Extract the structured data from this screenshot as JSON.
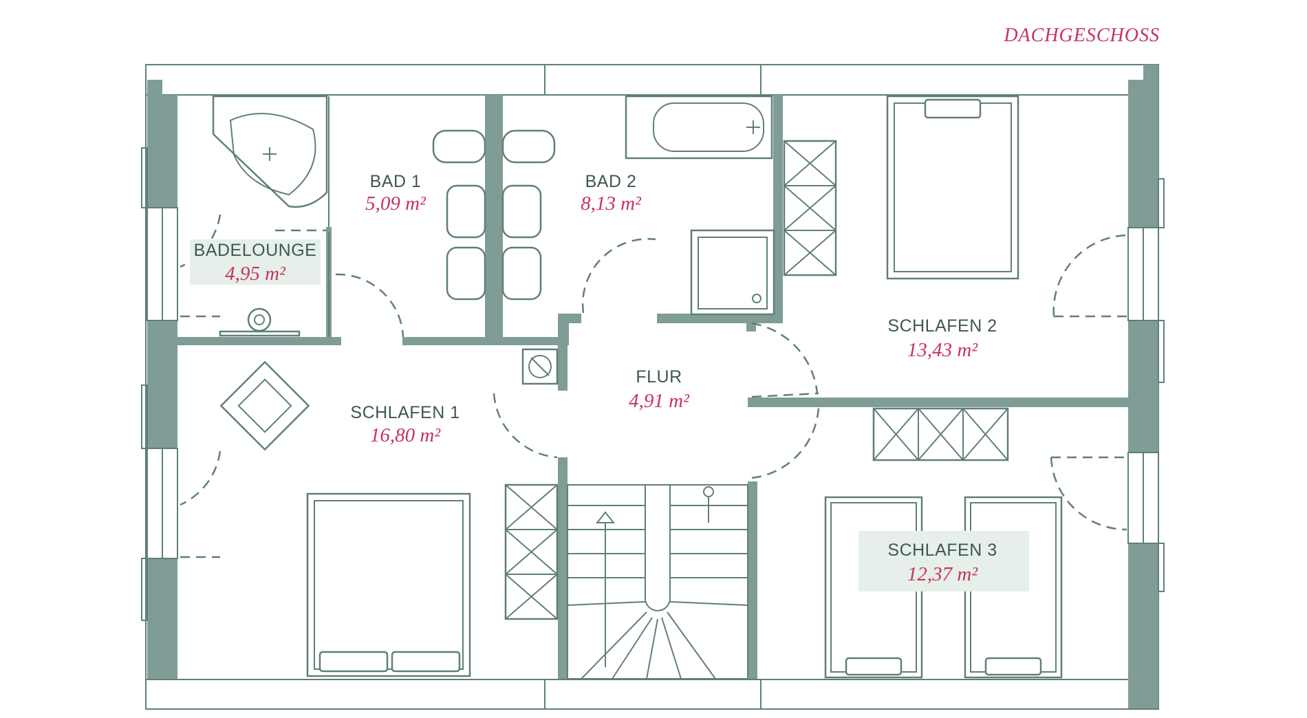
{
  "title": "DACHGESCHOSS",
  "rooms": [
    {
      "key": "bad1",
      "name": "BAD 1",
      "area": "5,09 m²"
    },
    {
      "key": "bad2",
      "name": "BAD 2",
      "area": "8,13 m²"
    },
    {
      "key": "badelounge",
      "name": "BADELOUNGE",
      "area": "4,95 m²"
    },
    {
      "key": "schlafen2",
      "name": "SCHLAFEN 2",
      "area": "13,43 m²"
    },
    {
      "key": "flur",
      "name": "FLUR",
      "area": "4,91 m²"
    },
    {
      "key": "schlafen1",
      "name": "SCHLAFEN 1",
      "area": "16,80 m²"
    },
    {
      "key": "schlafen3",
      "name": "SCHLAFEN 3",
      "area": "12,37 m²"
    }
  ],
  "colors": {
    "wall": "#7f9c96",
    "accent": "#c8325f",
    "label": "#3e5751",
    "highlight": "#e6efe9"
  }
}
